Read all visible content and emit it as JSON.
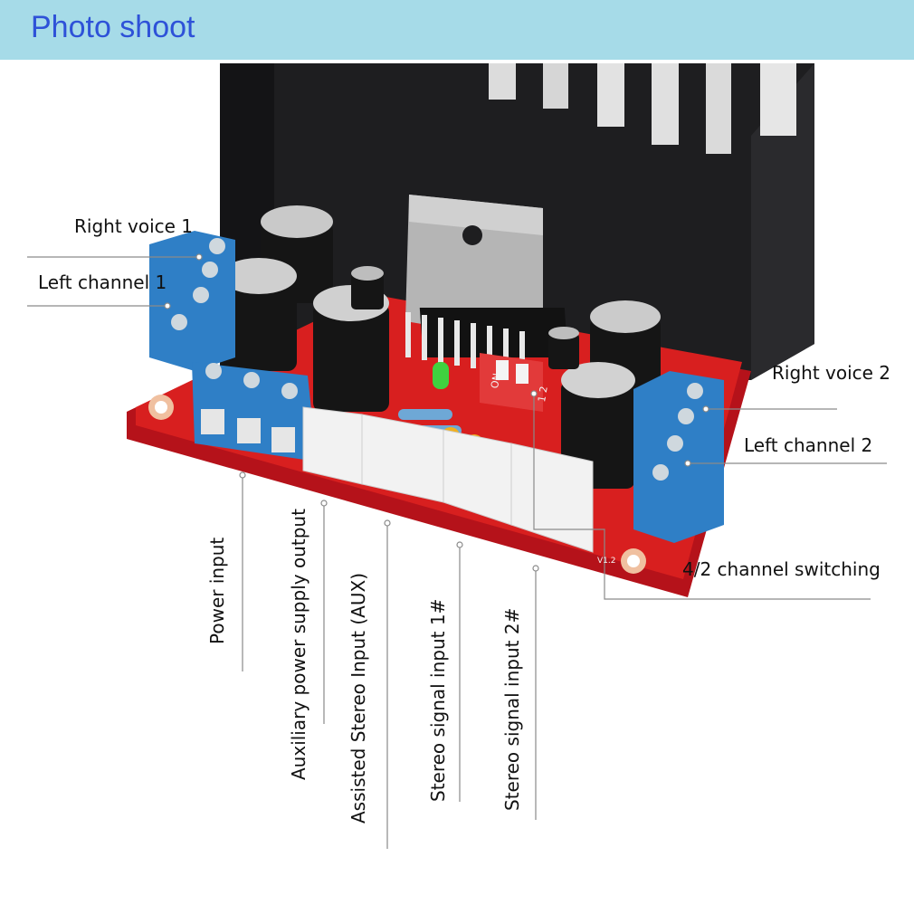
{
  "header": {
    "title": "Photo shoot"
  },
  "colors": {
    "header_bg": "#a6dbe8",
    "title": "#2e52d8",
    "pcb": "#d81f1f",
    "terminal": "#2f7fc6",
    "heatsink": "#1e1e20"
  },
  "labels": {
    "right_voice_1": "Right voice 1",
    "left_channel_1": "Left channel 1",
    "right_voice_2": "Right voice 2",
    "left_channel_2": "Left channel 2",
    "channel_switching": "4/2 channel switching",
    "power_input": "Power input",
    "aux_power_output": "Auxiliary power supply output",
    "assisted_stereo_input": "Assisted Stereo Input (AUX)",
    "stereo_signal_input_1": "Stereo signal input 1#",
    "stereo_signal_input_2": "Stereo signal input 2#"
  },
  "board": {
    "switch_on": "ON",
    "switch_numbers": "1 2",
    "pcb_version": "V1.2"
  }
}
